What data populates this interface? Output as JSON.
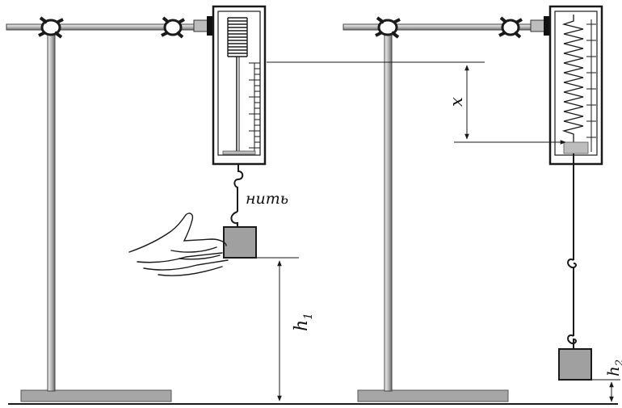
{
  "labels": {
    "thread": "нить",
    "x": "x",
    "h1_letter": "h",
    "h1_sub": "1",
    "h2_letter": "h",
    "h2_sub": "2"
  },
  "colors": {
    "stroke": "#1a1a1a",
    "rod_light": "#e6e6e6",
    "rod_dark": "#6a6a6a",
    "base": "#a6a6a6",
    "weight": "#a0a0a0",
    "knob": "#111111",
    "clamp": "#bdbdbd"
  }
}
